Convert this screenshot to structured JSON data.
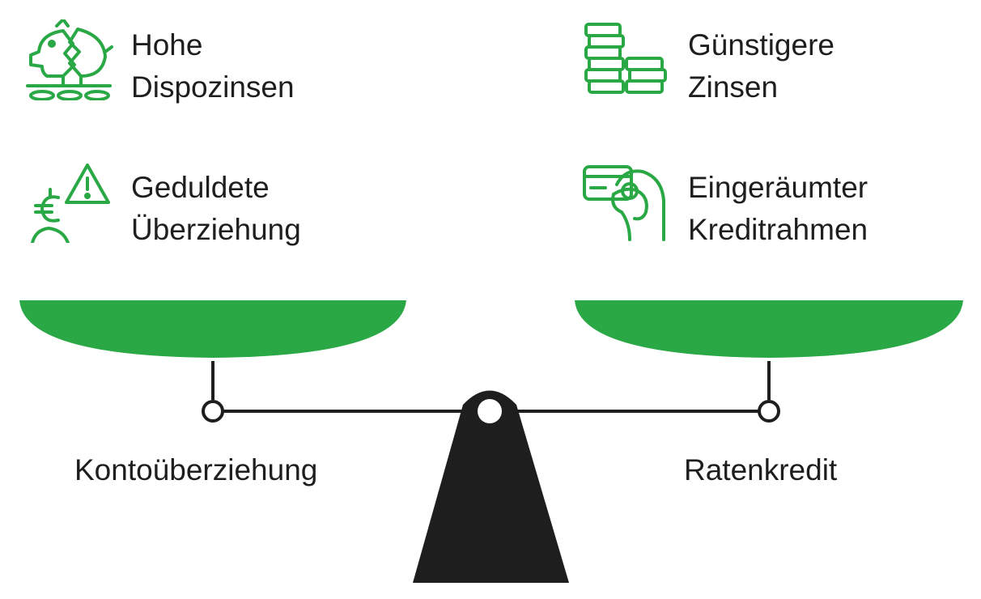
{
  "colors": {
    "accent": "#2aa845",
    "dark": "#1e1e1e",
    "background": "#ffffff"
  },
  "left": {
    "name": "Kontoüberziehung",
    "features": [
      {
        "icon": "broken-piggy-bank-icon",
        "line1": "Hohe",
        "line2": "Dispozinsen"
      },
      {
        "icon": "euro-warning-icon",
        "line1": "Geduldete",
        "line2": "Überziehung"
      }
    ]
  },
  "right": {
    "name": "Ratenkredit",
    "features": [
      {
        "icon": "coin-stacks-icon",
        "line1": "Günstigere",
        "line2": "Zinsen"
      },
      {
        "icon": "hand-card-icon",
        "line1": "Eingeräumter",
        "line2": "Kreditrahmen"
      }
    ]
  }
}
